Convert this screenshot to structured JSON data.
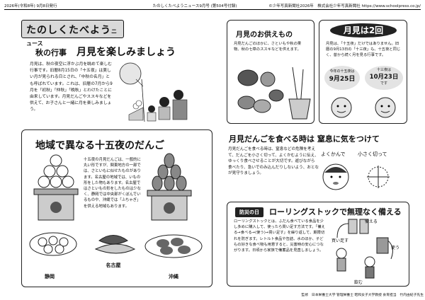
{
  "header": {
    "left": "2026年(令和8年) 9月8日発行",
    "center": "たのしくたべようニュース9月号 (第504号付録)",
    "right": "©少年写真新聞社2026年　株式会社少年写真新聞社 https://www.schoolpress.co.jp/"
  },
  "logo": {
    "main": "たのしくたべよう",
    "sub": "ニュース"
  },
  "moon_viewing": {
    "tag": "秋の行事",
    "title": "月見を楽しみましょう",
    "body": "月見は、秋の夜空に浮かぶ月を眺めて楽しむ行事です。旧暦8月15日の「十五夜」は美しい月が見られる日とされ、「中秋の名月」とも呼ばれています。これは、旧暦の7月から9月を「初秋」「仲秋」「晩秋」とわけたことに由来しています。月見だんごやススキなどを供えて、お子さんと一緒に月を楽しみましょう。"
  },
  "offerings": {
    "title": "月見のお供えもの",
    "body": "月見だんごのほかに、さといもや秋の果物、秋の七草のススキなどを供えます。"
  },
  "twice": {
    "title": "月見は2回",
    "body": "月見は、「十五夜」だけではありません。旧暦の9月13日の「十三夜」も、十五夜と同じく、昔から続く月を見る行事です。",
    "this_year_label1": "今年の十五夜は",
    "date1": "9月25日",
    "this_year_label2": "十三夜は",
    "date2": "10月23日",
    "suffix2": "です"
  },
  "regional": {
    "title": "地域で異なる十五夜のだんご",
    "body": "十五夜の月見だんごは、一般的に丸い形ですが、関東地方の一部では、さといもに似せたものがあります。名古屋の地域では、いもの形をした物もあります。名古屋ではさといもの形をしたものは少なく、静岡では中央部がくぼんでいるものや、沖縄では「ふちゃぎ」を供える地域もあります。",
    "places": [
      "静岡",
      "名古屋",
      "沖縄"
    ]
  },
  "choking": {
    "title": "月見だんごを食べる時は 窒息に気をつけて",
    "body": "月見だんごを食べる時は、窒息などの危険を考えて、だんごを小さく切って、よくかむように伝え、ゆっくり食べさせることが大切です。遊びながら食べたり、急いでのみ込んだりしないよう、おとなが見守りましょう。",
    "chew_label": "よくかんで",
    "cut_label": "小さく切って"
  },
  "stock": {
    "tag": "防災の日",
    "title": "ローリングストックで無理なく備える",
    "body": "ローリングストックとは、ふだん食べている食品を少し多めに購入して、使ったら買い足す方法です。「備える→食べる→(使う)→買い足す」を繰り返して、期限切れを防ぎます。レトルト食品や缶詰、水のほか、子どもの好きな食べ物も用意すると、災害時の安心につながります。日頃から家族で備蓄品を見直しましょう。",
    "labels": [
      "備える",
      "買い足す",
      "使う",
      "飲む"
    ]
  },
  "footer": "監修　日本栄養士大学 管理栄養士 昭和女子大学教授 食育担当　竹内由紀子先生"
}
